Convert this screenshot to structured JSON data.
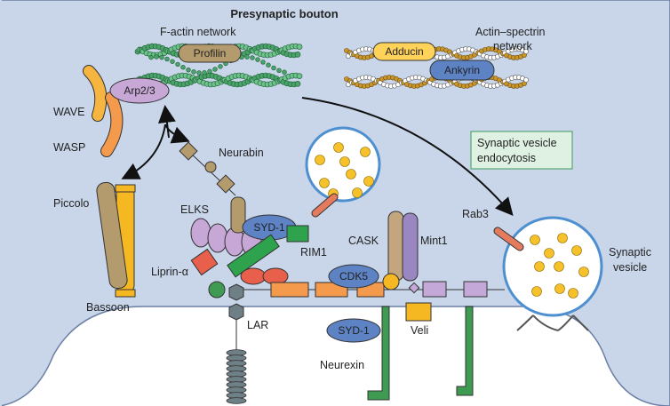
{
  "title": "Presynaptic bouton",
  "labels": {
    "f_actin": "F-actin network",
    "profilin": "Profilin",
    "arp23": "Arp2/3",
    "wave": "WAVE",
    "wasp": "WASP",
    "spectrin_line1": "Actin–spectrin",
    "spectrin_line2": "network",
    "adducin": "Adducin",
    "ankyrin": "Ankyrin",
    "endo_line1": "Synaptic vesicle",
    "endo_line2": "endocytosis",
    "neurabin": "Neurabin",
    "piccolo": "Piccolo",
    "bassoon": "Bassoon",
    "elks": "ELKS",
    "syd1_top": "SYD-1",
    "rim1": "RIM1",
    "liprin": "Liprin-α",
    "lar": "LAR",
    "cask": "CASK",
    "mint1": "Mint1",
    "cdk5": "CDK5",
    "veli": "Veli",
    "syd1_bottom": "SYD-1",
    "neurexin": "Neurexin",
    "rab3": "Rab3",
    "vesicle_line1": "Synaptic",
    "vesicle_line2": "vesicle"
  },
  "colors": {
    "bouton_fill": "#c9d6ea",
    "bouton_stroke": "#6b7fa5",
    "actin_green": "#4aa36a",
    "profilin": "#b39b6d",
    "arp23": "#c7a7d6",
    "wave": "#f5b540",
    "wasp": "#f39a4d",
    "adducin": "#ffd25a",
    "ankyrin": "#5d83c4",
    "endo_box": "#dff1e3",
    "endo_border": "#3a9a5a",
    "vesicle_ring": "#4e8fd0",
    "vesicle_dot": "#f7c12c",
    "syd1": "#5d83c4",
    "rim1": "#2ea24c",
    "liprin": "#e8604c",
    "neurexin": "#3f9b52",
    "lar": "#6e7f86",
    "cask": "#c3a67e",
    "mint1": "#9a86c1",
    "orange_box": "#f39a4d",
    "veli": "#f5b722",
    "violet_box": "#c4a9d8",
    "rab3": "#e47a5e"
  }
}
